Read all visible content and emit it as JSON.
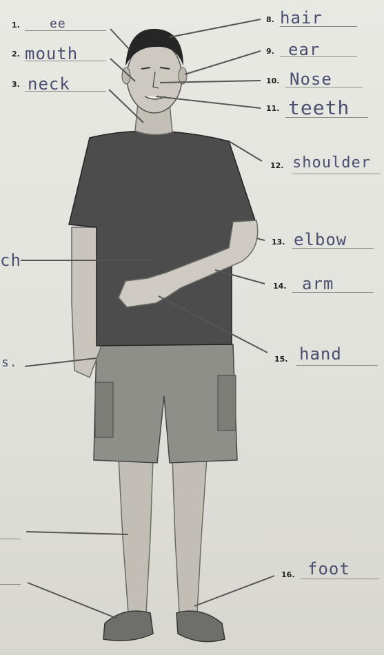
{
  "worksheet": {
    "items": [
      {
        "number": "1.",
        "answer": "ee"
      },
      {
        "number": "2.",
        "answer": "mouth"
      },
      {
        "number": "3.",
        "answer": "neck"
      },
      {
        "number": "8.",
        "answer": "hair"
      },
      {
        "number": "9.",
        "answer": "ear"
      },
      {
        "number": "10.",
        "answer": "Nose"
      },
      {
        "number": "11.",
        "answer": "teeth"
      },
      {
        "number": "12.",
        "answer": "shoulder"
      },
      {
        "number": "13.",
        "answer": "elbow"
      },
      {
        "number": "14.",
        "answer": "arm"
      },
      {
        "number": "15.",
        "answer": "hand"
      },
      {
        "number": "16.",
        "answer": "foot"
      }
    ],
    "fragments": [
      {
        "text": "ch"
      },
      {
        "text": "s."
      }
    ]
  },
  "colors": {
    "paper": "#e6e6e0",
    "ink": "#4a4f70",
    "print": "#222222",
    "shirt": "#4c4c4c",
    "shorts": "#8a8a86",
    "skin": "#c9c5bd"
  }
}
